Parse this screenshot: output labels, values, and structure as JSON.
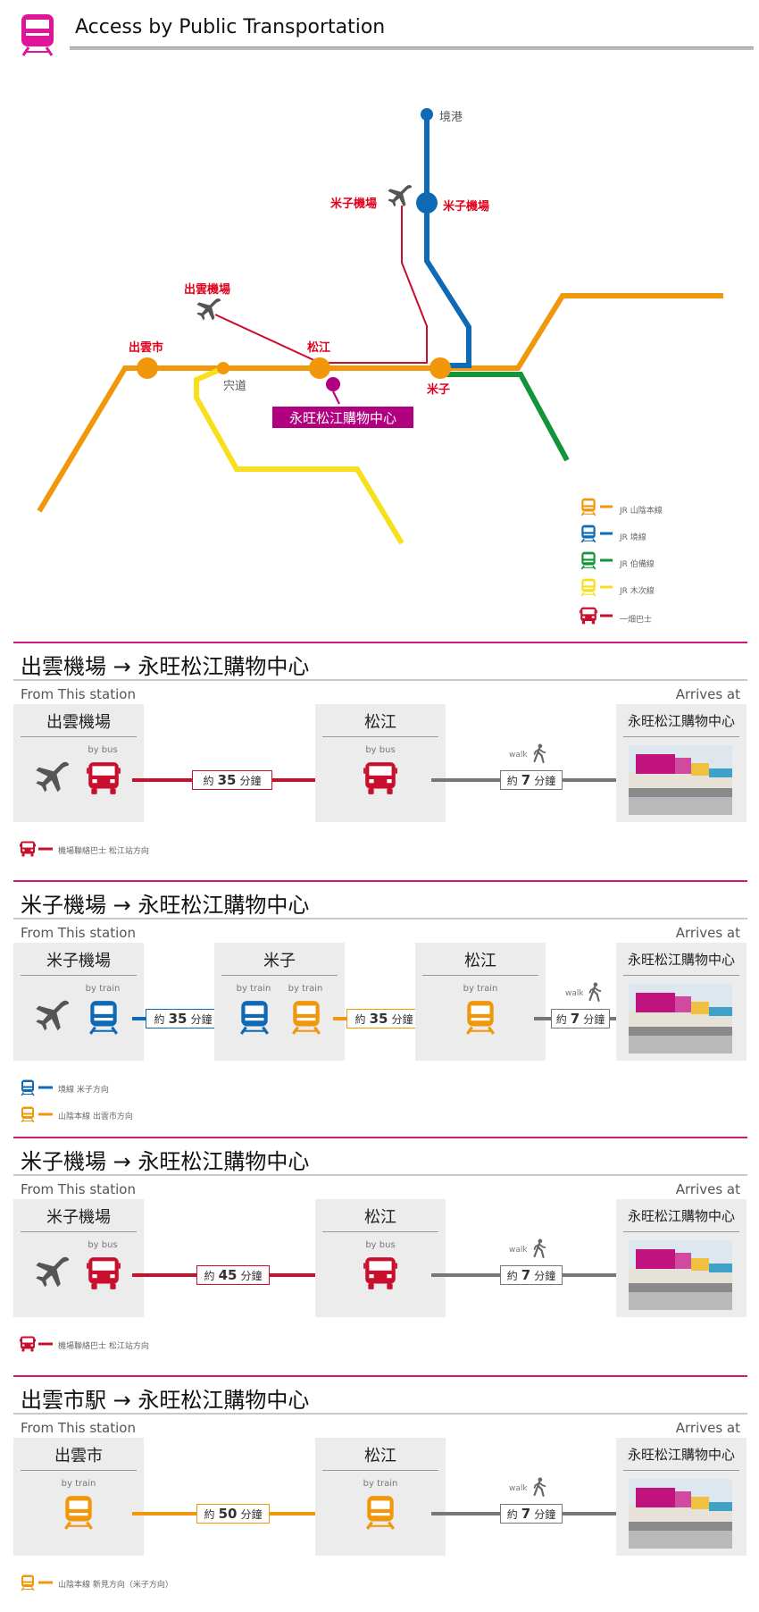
{
  "header": {
    "title": "Access by Public Transportation"
  },
  "map": {
    "stations": {
      "sakaiminato": "境港",
      "yonago_airport_left": "米子機場",
      "yonago_airport_right": "米子機場",
      "izumo_airport": "出雲機場",
      "izumoshi": "出雲市",
      "matsue": "松江",
      "shinji": "宍道",
      "yonago": "米子",
      "aeon": "永旺松江購物中心"
    },
    "colors": {
      "sanin": "#f0970c",
      "sakai": "#0f6ab6",
      "hakubi": "#13943a",
      "kisuki": "#f7e01b",
      "bus": "#c8102e",
      "aeon": "#b0007f"
    },
    "legend": [
      "JR 山陰本線",
      "JR 境線",
      "JR 伯備線",
      "JR 木次線",
      "一畑巴士"
    ]
  },
  "sections": [
    {
      "title": "出雲機場 → 永旺松江購物中心",
      "from_label": "From This station",
      "arrives_label": "Arrives at",
      "start": "出雲機場",
      "start_mode": "by bus",
      "leg1": {
        "prefix": "約",
        "num": "35",
        "unit": "分鐘"
      },
      "mid": "松江",
      "mid_mode": "by bus",
      "walk_label": "walk",
      "leg2": {
        "prefix": "約",
        "num": "7",
        "unit": "分鐘"
      },
      "dest": "永旺松江購物中心",
      "notes": [
        "機場聯絡巴士 松江站方向"
      ]
    },
    {
      "title": "米子機場 → 永旺松江購物中心",
      "from_label": "From This station",
      "arrives_label": "Arrives at",
      "start": "米子機場",
      "start_mode": "by train",
      "leg1": {
        "prefix": "約",
        "num": "35",
        "unit": "分鐘"
      },
      "mid1": "米子",
      "mid1_mode_a": "by train",
      "mid1_mode_b": "by train",
      "leg2": {
        "prefix": "約",
        "num": "35",
        "unit": "分鐘"
      },
      "mid2": "松江",
      "mid2_mode": "by train",
      "walk_label": "walk",
      "leg3": {
        "prefix": "約",
        "num": "7",
        "unit": "分鐘"
      },
      "dest": "永旺松江購物中心",
      "notes": [
        "境線 米子方向",
        "山陰本線 出雲市方向"
      ]
    },
    {
      "title": "米子機場 → 永旺松江購物中心",
      "from_label": "From This station",
      "arrives_label": "Arrives at",
      "start": "米子機場",
      "start_mode": "by bus",
      "leg1": {
        "prefix": "約",
        "num": "45",
        "unit": "分鐘"
      },
      "mid": "松江",
      "mid_mode": "by bus",
      "walk_label": "walk",
      "leg2": {
        "prefix": "約",
        "num": "7",
        "unit": "分鐘"
      },
      "dest": "永旺松江購物中心",
      "notes": [
        "機場聯絡巴士 松江站方向"
      ]
    },
    {
      "title": "出雲市駅 → 永旺松江購物中心",
      "from_label": "From This station",
      "arrives_label": "Arrives at",
      "start": "出雲市",
      "start_mode": "by train",
      "leg1": {
        "prefix": "約",
        "num": "50",
        "unit": "分鐘"
      },
      "mid": "松江",
      "mid_mode": "by train",
      "walk_label": "walk",
      "leg2": {
        "prefix": "約",
        "num": "7",
        "unit": "分鐘"
      },
      "dest": "永旺松江購物中心",
      "notes": [
        "山陰本線 新見方向（米子方向）"
      ]
    }
  ]
}
